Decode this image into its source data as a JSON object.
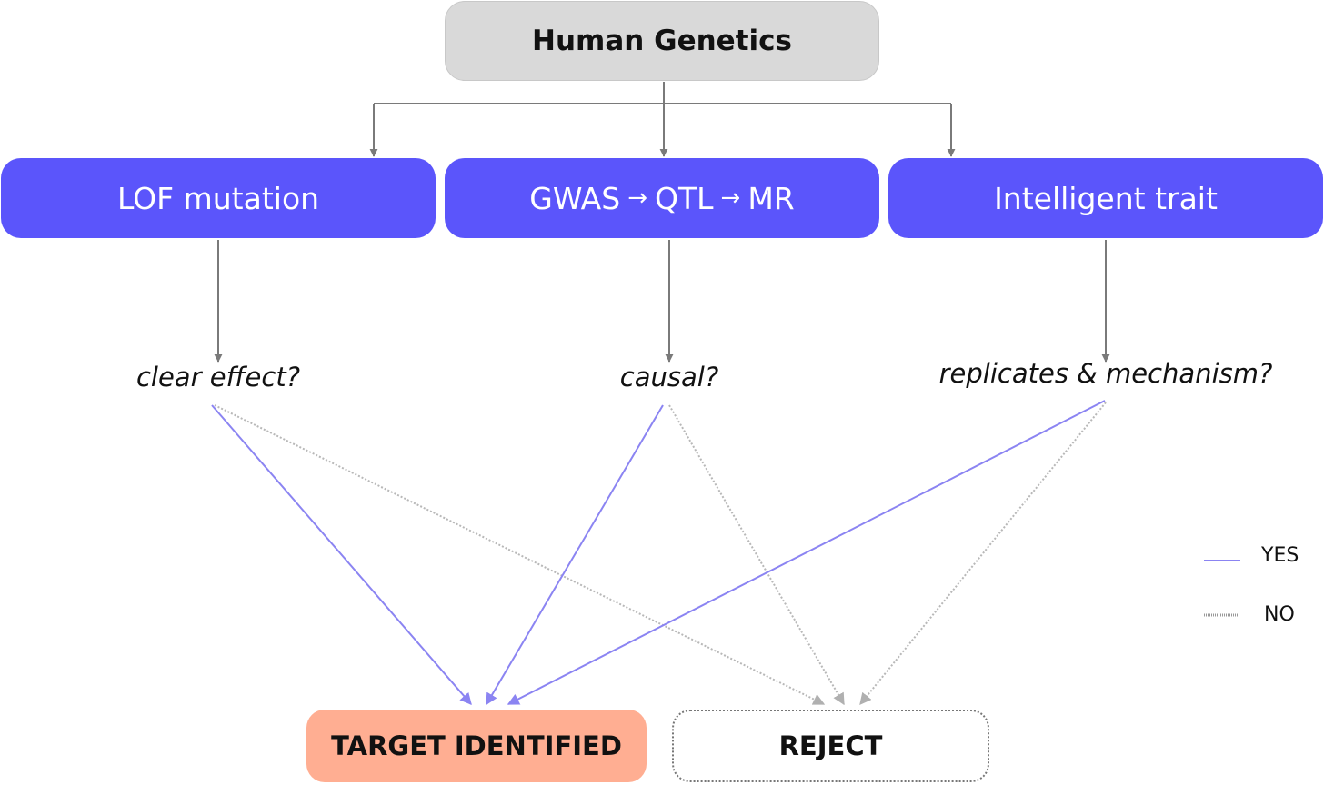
{
  "root": {
    "label": "Human Genetics"
  },
  "methods": [
    {
      "label": "LOF mutation"
    },
    {
      "parts": [
        "GWAS",
        "QTL",
        "MR"
      ],
      "separator": "→"
    },
    {
      "label": "Intelligent trait"
    }
  ],
  "questions": [
    "clear effect?",
    "causal?",
    "replicates & mechanism?"
  ],
  "outcomes": {
    "target": "TARGET IDENTIFIED",
    "reject": "REJECT"
  },
  "legend": {
    "yes": "YES",
    "no": "NO"
  },
  "colors": {
    "method_box": "#5b55fb",
    "root_box": "#d9d9d9",
    "target_box": "#ffae92",
    "yes_line": "#8b84f2",
    "no_line": "#b8b8b8",
    "tree_line": "#7a7a7a"
  }
}
